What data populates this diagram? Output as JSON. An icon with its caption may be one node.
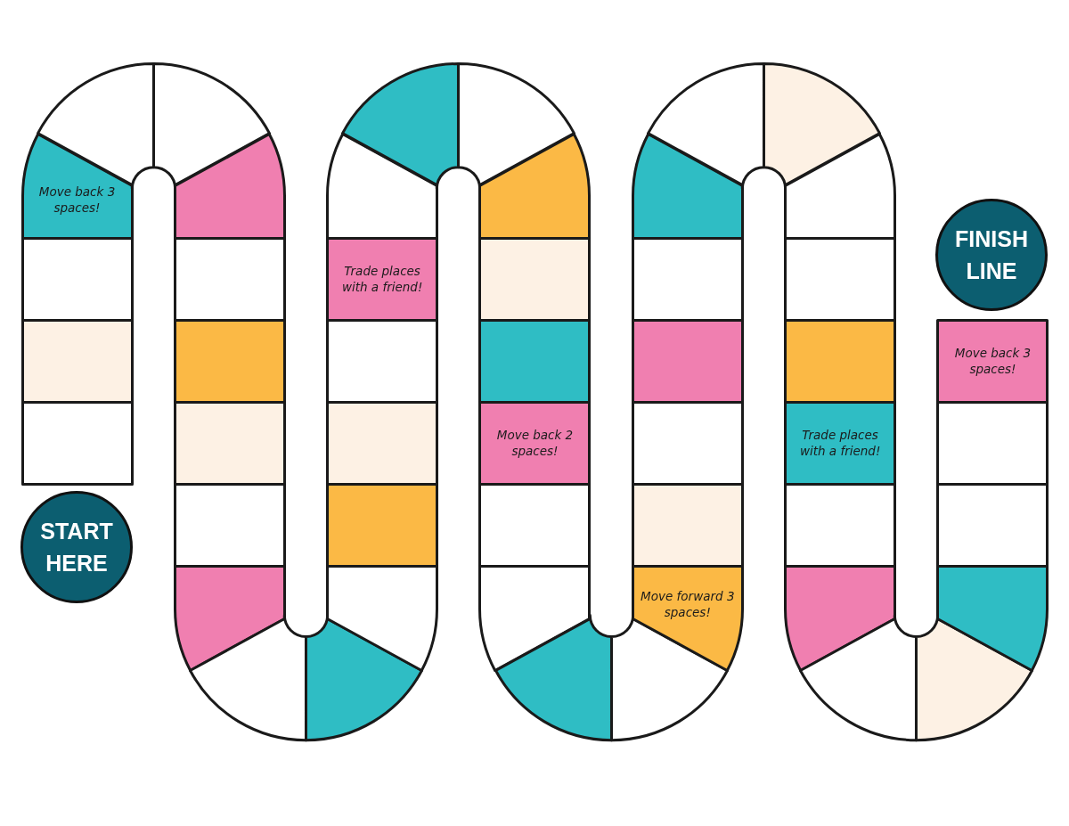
{
  "diagram": {
    "nodes": [
      {
        "text": [
          "START HERE"
        ]
      },
      {
        "text": [],
        "shape": "box"
      },
      {
        "text": [],
        "shape": "box"
      },
      {
        "text": [],
        "shape": "box"
      },
      {
        "text": [
          "Move back 3 spaces!"
        ]
      },
      {
        "text": [],
        "shape": "box"
      },
      {
        "text": [],
        "shape": "box"
      },
      {
        "text": [],
        "shape": "box"
      },
      {
        "text": [],
        "shape": "box"
      },
      {
        "text": [],
        "shape": "box"
      },
      {
        "text": [],
        "shape": "box"
      },
      {
        "text": [],
        "shape": "box"
      },
      {
        "text": [],
        "shape": "box"
      },
      {
        "text": [],
        "shape": "box"
      },
      {
        "text": [],
        "shape": "box"
      },
      {
        "text": [],
        "shape": "box"
      },
      {
        "text": [],
        "shape": "box"
      },
      {
        "text": [],
        "shape": "box"
      },
      {
        "text": [],
        "shape": "box"
      },
      {
        "text": [
          "Trade places with a friend!"
        ]
      },
      {
        "text": [],
        "shape": "box"
      },
      {
        "text": [],
        "shape": "box"
      },
      {
        "text": [],
        "shape": "box"
      },
      {
        "text": [],
        "shape": "box"
      },
      {
        "text": [],
        "shape": "box"
      },
      {
        "text": [],
        "shape": "box"
      },
      {
        "text": [
          "Move back 2 spaces!"
        ]
      },
      {
        "text": [],
        "shape": "box"
      },
      {
        "text": [],
        "shape": "box"
      },
      {
        "text": [],
        "shape": "box"
      },
      {
        "text": [],
        "shape": "box"
      },
      {
        "text": [
          "Move forward 3 spaces!"
        ]
      },
      {
        "text": [],
        "shape": "box"
      },
      {
        "text": [],
        "shape": "box"
      },
      {
        "text": [],
        "shape": "box"
      },
      {
        "text": [],
        "shape": "box"
      },
      {
        "text": [],
        "shape": "box"
      },
      {
        "text": [],
        "shape": "box"
      },
      {
        "text": [],
        "shape": "box"
      },
      {
        "text": [],
        "shape": "box"
      },
      {
        "text": [],
        "shape": "box"
      },
      {
        "text": [],
        "shape": "box"
      },
      {
        "text": [
          "Trade places with a friend!"
        ]
      },
      {
        "text": [],
        "shape": "box"
      },
      {
        "text": [],
        "shape": "box"
      },
      {
        "text": [],
        "shape": "box"
      },
      {
        "text": [],
        "shape": "box"
      },
      {
        "text": [],
        "shape": "box"
      },
      {
        "text": [],
        "shape": "box"
      },
      {
        "text": [],
        "shape": "box"
      },
      {
        "text": [
          "Move back 3 spaces!"
        ]
      },
      {
        "text": [
          "FINISH LINE"
        ]
      }
    ]
  }
}
